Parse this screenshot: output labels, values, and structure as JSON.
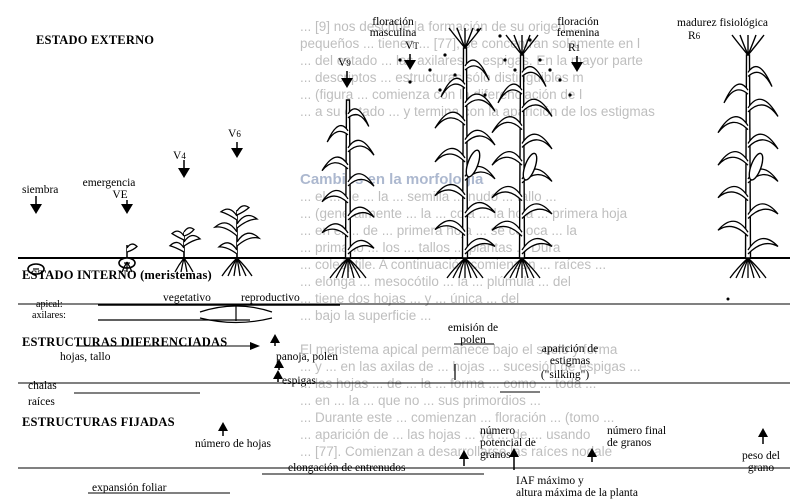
{
  "sections": {
    "estado_externo": "ESTADO EXTERNO",
    "estado_interno": "ESTADO INTERNO (meristemas)",
    "estructuras_diferenciadas": "ESTRUCTURAS DIFERENCIADAS",
    "estructuras_fijadas": "ESTRUCTURAS FIJADAS"
  },
  "stages": {
    "siembra": "siembra",
    "emergencia": "emergencia",
    "ve": "VE",
    "v4": "V",
    "v4_sub": "4",
    "v6": "V",
    "v6_sub": "6",
    "v9": "V",
    "v9_sub": "9",
    "floracion_masculina": "floración\nmasculina",
    "vt": "V",
    "vt_sub": "T",
    "floracion_femenina": "floración\nfemenina",
    "r1": "R",
    "r1_sub": "1",
    "madurez": "madurez fisiológica",
    "r6": "R",
    "r6_sub": "6"
  },
  "meristemas": {
    "apical": "apical:",
    "axilares": "axilares:",
    "vegetativo": "vegetativo",
    "reproductivo": "reproductivo"
  },
  "diferenciadas": {
    "hojas_tallo": "hojas, tallo",
    "panoja_polen": "panoja, polen",
    "espigas": "espigas",
    "chalas": "chalas",
    "raices": "raíces",
    "emision_polen": "emisión de\npolen",
    "aparicion_estigmas": "aparición de\nestigmas",
    "silking": "(\"silking\")"
  },
  "fijadas": {
    "numero_hojas": "número de hojas",
    "elongacion": "elongación de entrenudos",
    "expansion_foliar": "expansión foliar",
    "numero_potencial": "número\npotencial de\ngranos",
    "numero_final": "número final\nde granos",
    "peso_grano": "peso del\ngrano",
    "iaf_maximo": "IAF máximo y\naltura máxima de la planta"
  },
  "background_text": {
    "lines": [
      "... [9] nos describe la formación de su origen ...",
      "pequeños ... tienen ... [77], se concentran solamente en l",
      "... del estado ... las axilares ... espigas. En la mayor parte",
      "... descriptos ... estructuras sólo distinguibles m",
      "... (figura ... comienza con la diferenciación de l",
      "... a su estado ... y termina con la aparición de los estigmas",
      "",
      "",
      "",
      "Cambios en la morfología",
      "... el ... de ... la ... semilla ... nudo ... tallo ...",
      "... (generalmente ... la ... cola ... la hoja ... primera hoja",
      "... en el ... de ... primera hoja ... se coloca ... la",
      "... primario ... los ... tallos ... plantas ... Dura",
      "... coleóptile. A continuación comienzan ... raíces ...",
      "... elonga ... mesocótilo ... la ... plúmula ... del",
      "... tiene dos hojas ... y ... única ... del",
      "... bajo la superficie ...",
      "",
      "El meristema apical permanece bajo el suelo y forma",
      "... y ... en las axilas de ... hojas ... sucesión de espigas ...",
      "... las hojas ... de ... la ... forma ... como ... toda ...",
      "... en ... la ... que no ... sus primordios ...",
      "... Durante este ... comienzan ... floración ... (tomo ...",
      "... aparición de ... las hojas ... ya ... de ... usando",
      "... [77]. Comienzan a desarrollarse las raíces nodale"
    ]
  }
}
